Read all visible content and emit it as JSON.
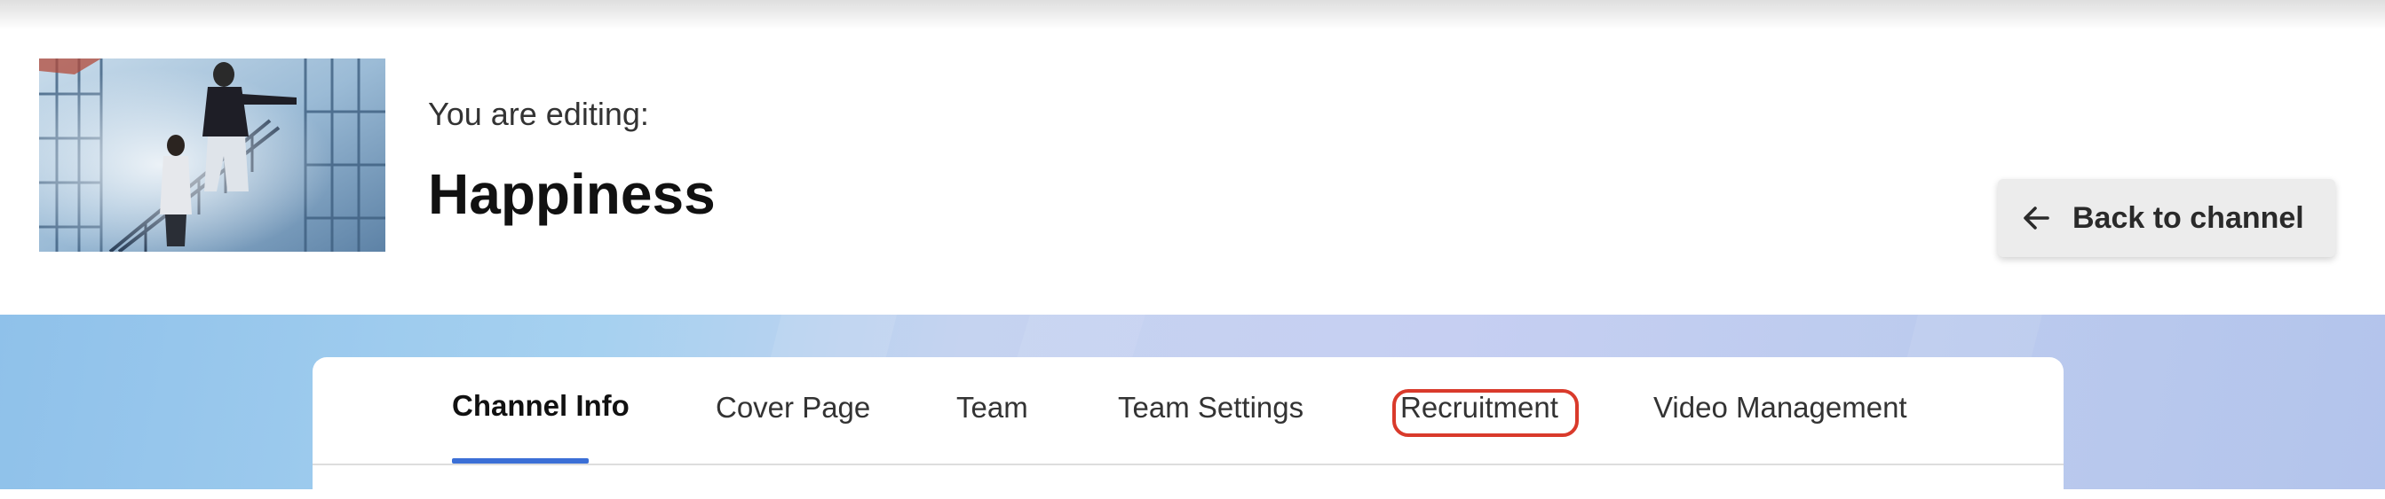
{
  "header": {
    "editing_label": "You are editing:",
    "channel_title": "Happiness",
    "thumbnail_alt": "channel-cover-image",
    "back_button": {
      "label": "Back to channel",
      "icon": "arrow-left-icon"
    }
  },
  "tabs": [
    {
      "label": "Channel Info",
      "active": true
    },
    {
      "label": "Cover Page",
      "active": false
    },
    {
      "label": "Team",
      "active": false
    },
    {
      "label": "Team Settings",
      "active": false
    },
    {
      "label": "Recruitment",
      "active": false,
      "highlighted": true
    },
    {
      "label": "Video Management",
      "active": false
    }
  ],
  "colors": {
    "accent_underline": "#3b6fd6",
    "highlight_ring": "#d93a2b",
    "back_button_bg": "#ececec",
    "banner_start": "#8fc1ea",
    "banner_end": "#b3c4ec"
  }
}
